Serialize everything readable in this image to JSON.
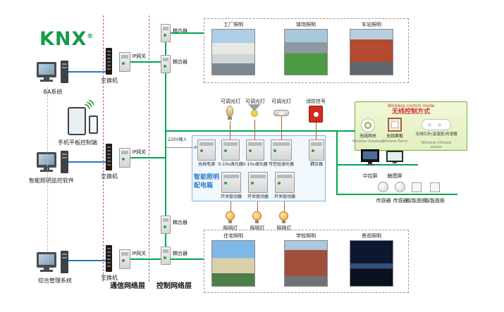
{
  "logo": {
    "text": "KNX",
    "registered": "®"
  },
  "icons": {
    "wifi": ")))"
  },
  "left_column": {
    "ba_label": "BA系统",
    "mobile_label": "手机平板控制端",
    "software_label": "智能照明监控软件",
    "management_label": "综合管理系统"
  },
  "layer_labels": {
    "communication": "通信网络层",
    "control": "控制网络层"
  },
  "network": {
    "switch": "交换机",
    "ip_gateway": "IP网关",
    "coupler": "耦合器"
  },
  "top_gallery": {
    "captions": [
      "工厂照明",
      "球场照明",
      "车站照明"
    ]
  },
  "bottom_gallery": {
    "captions": [
      "住宅照明",
      "学校照明",
      "景观照明"
    ]
  },
  "cabinet": {
    "name_line1": "智能照明",
    "name_line2": "配电箱",
    "power_input": "220V输入",
    "top_modules": [
      "总线电源",
      "0-10v调光器",
      "0-10v调光器",
      "可控硅调光器",
      "耦合器"
    ],
    "bottom_modules": [
      "开关驱动器",
      "开关驱动器",
      "开关驱动器"
    ],
    "top_loads": [
      "可调光灯",
      "可调光灯",
      "可调光灯",
      "消防信号"
    ],
    "bottom_loads": [
      "照明灯",
      "照明灯",
      "照明灯"
    ]
  },
  "wireless": {
    "title_en": "Wireless control mode",
    "title_cn": "无线控制方式",
    "devices": [
      {
        "cn": "无线网关",
        "en": "Wireless Gateway"
      },
      {
        "cn": "无线面板",
        "en": "Wireless Panel"
      },
      {
        "cn": "无线红外(温湿度)传感器",
        "en": "Wireless infrared sensor"
      }
    ]
  },
  "right_devices": {
    "labels": [
      "中控屏",
      "触摸屏",
      "传感器",
      "传感器",
      "智能面板",
      "智能面板"
    ]
  },
  "colors": {
    "bus_green": "#00a651",
    "line_blue": "#2e75b6",
    "layer_magenta": "#b94fb9"
  }
}
